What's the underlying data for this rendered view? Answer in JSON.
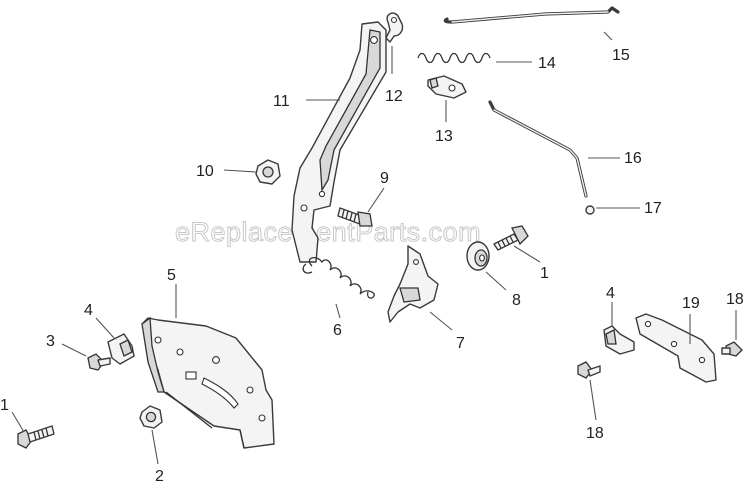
{
  "watermark": "eReplacementParts.com",
  "callouts": {
    "c1a": "1",
    "c1b": "1",
    "c2": "2",
    "c3": "3",
    "c4a": "4",
    "c4b": "4",
    "c5": "5",
    "c6": "6",
    "c7": "7",
    "c8": "8",
    "c9": "9",
    "c10": "10",
    "c11": "11",
    "c12": "12",
    "c13": "13",
    "c14": "14",
    "c15": "15",
    "c16": "16",
    "c17": "17",
    "c18a": "18",
    "c18b": "18",
    "c19": "19"
  }
}
